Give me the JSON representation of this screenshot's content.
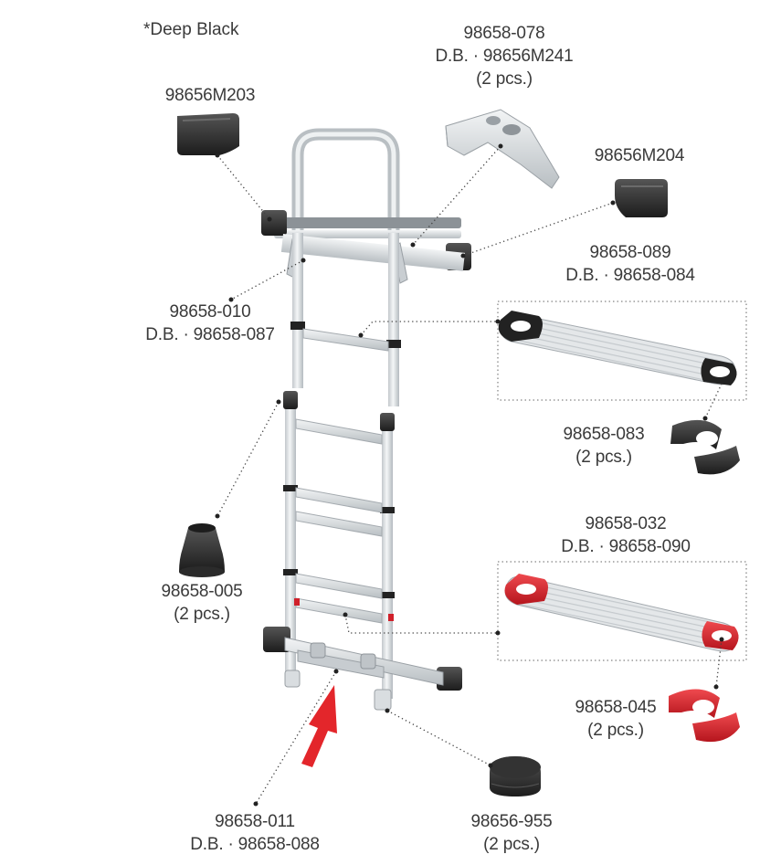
{
  "note": "*Deep Black",
  "labels": {
    "handle_bracket": {
      "line1": "98658-078",
      "line2": "D.B. · 98656M241",
      "line3": "(2 pcs.)"
    },
    "cap_left": {
      "line1": "98656M203"
    },
    "cap_right": {
      "line1": "98656M204"
    },
    "upper_step": {
      "line1": "98658-089",
      "line2": "D.B. · 98658-084"
    },
    "top_hook": {
      "line1": "98658-010",
      "line2": "D.B. · 98658-087"
    },
    "clip_black": {
      "line1": "98658-083",
      "line2": "(2 pcs.)"
    },
    "red_step": {
      "line1": "98658-032",
      "line2": "D.B. · 98658-090"
    },
    "foot_cup": {
      "line1": "98658-005",
      "line2": "(2 pcs.)"
    },
    "clip_red": {
      "line1": "98658-045",
      "line2": "(2 pcs.)"
    },
    "bottom_frame": {
      "line1": "98658-011",
      "line2": "D.B. · 98658-088"
    },
    "plug": {
      "line1": "98656-955",
      "line2": "(2 pcs.)"
    }
  },
  "colors": {
    "aluminium": "#d9dde0",
    "aluminium_dark": "#a9afb4",
    "black_part": "#2b2b2b",
    "red_part": "#d0202a",
    "arrow": "#e3262b",
    "leader": "#444444"
  }
}
